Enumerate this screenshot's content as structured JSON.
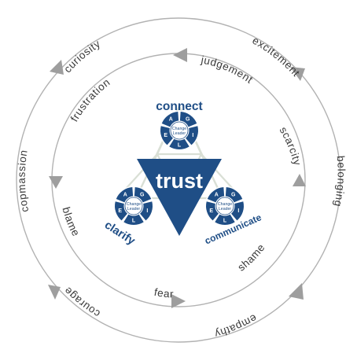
{
  "colors": {
    "ring": "#b2b2b2",
    "arrow": "#9e9e9e",
    "text": "#3a3a3a",
    "accent": "#1f4e86",
    "lattice": "#d9dfd5"
  },
  "center": {
    "title": "trust",
    "roles": [
      "connect",
      "clarify",
      "communicate"
    ]
  },
  "agile_wheel": {
    "letters": [
      "A",
      "G",
      "I",
      "L",
      "E"
    ],
    "hub_line1": "Change",
    "hub_line2": "Leader"
  },
  "outer_ring": [
    "curiosity",
    "excitement",
    "belonging",
    "empathy",
    "courage",
    "copmassion"
  ],
  "inner_ring": [
    "judgement",
    "scarcity",
    "shame",
    "fear",
    "blame",
    "frustration"
  ]
}
